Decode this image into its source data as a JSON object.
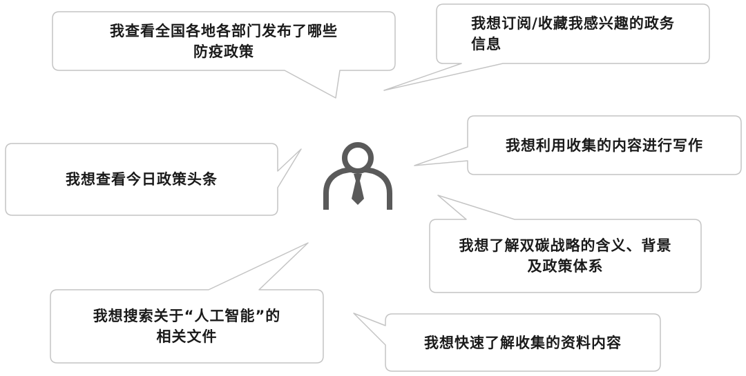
{
  "bubbles": [
    {
      "id": "policy-overview",
      "text": "我查看全国各地各部门发布了哪些\n防疫政策"
    },
    {
      "id": "subscribe",
      "text": "我想订阅/收藏我感兴趣的政务\n信息"
    },
    {
      "id": "writing",
      "text": "我想利用收集的内容进行写作"
    },
    {
      "id": "headlines",
      "text": "我想查看今日政策头条"
    },
    {
      "id": "carbon",
      "text": "我想了解双碳战略的含义、背景\n及政策体系"
    },
    {
      "id": "ai-search",
      "text": "我想搜索关于“人工智能”的\n相关文件"
    },
    {
      "id": "quick-understand",
      "text": "我想快速了解收集的资料内容"
    }
  ],
  "colors": {
    "bubble_border": "#c4c4c4",
    "bubble_fill": "#ffffff",
    "text": "#1a1a1a",
    "person_icon": "#5a5a5a"
  },
  "icons": {
    "center": "user-person-icon"
  }
}
